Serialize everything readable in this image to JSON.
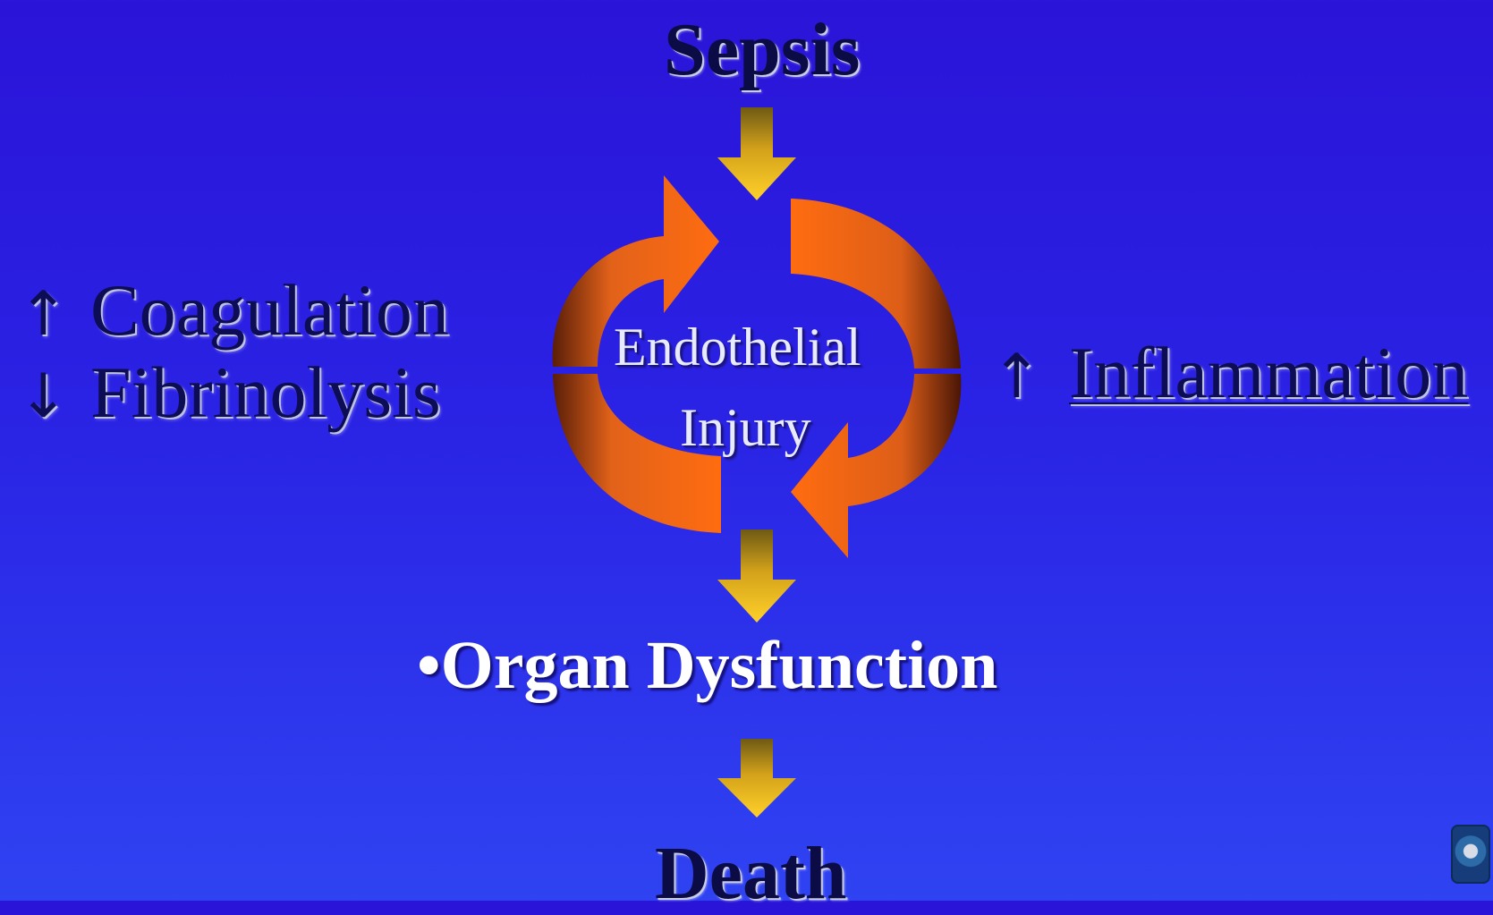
{
  "nodes": {
    "top": "Sepsis",
    "center_line1": "Endothelial",
    "center_line2": "Injury",
    "organ": "•Organ Dysfunction",
    "bottom": "Death"
  },
  "left_effects": [
    {
      "arrow": "↑",
      "text": "Coagulation"
    },
    {
      "arrow": "↓",
      "text": "Fibrinolysis"
    }
  ],
  "right_effect": {
    "arrow": "↑",
    "text": "Inflammation"
  },
  "icons": {
    "flow_arrow": "down-arrow-icon",
    "cycle_arrow": "curved-arrow-icon",
    "corner_emblem": "emblem-icon"
  },
  "colors": {
    "background_top": "#2a14d8",
    "background_bottom": "#2f43f2",
    "flow_arrow": "#f2bd1a",
    "cycle_arrow": "#f26a16",
    "dark_text": "#0b0b45",
    "light_text": "#ffffff"
  }
}
